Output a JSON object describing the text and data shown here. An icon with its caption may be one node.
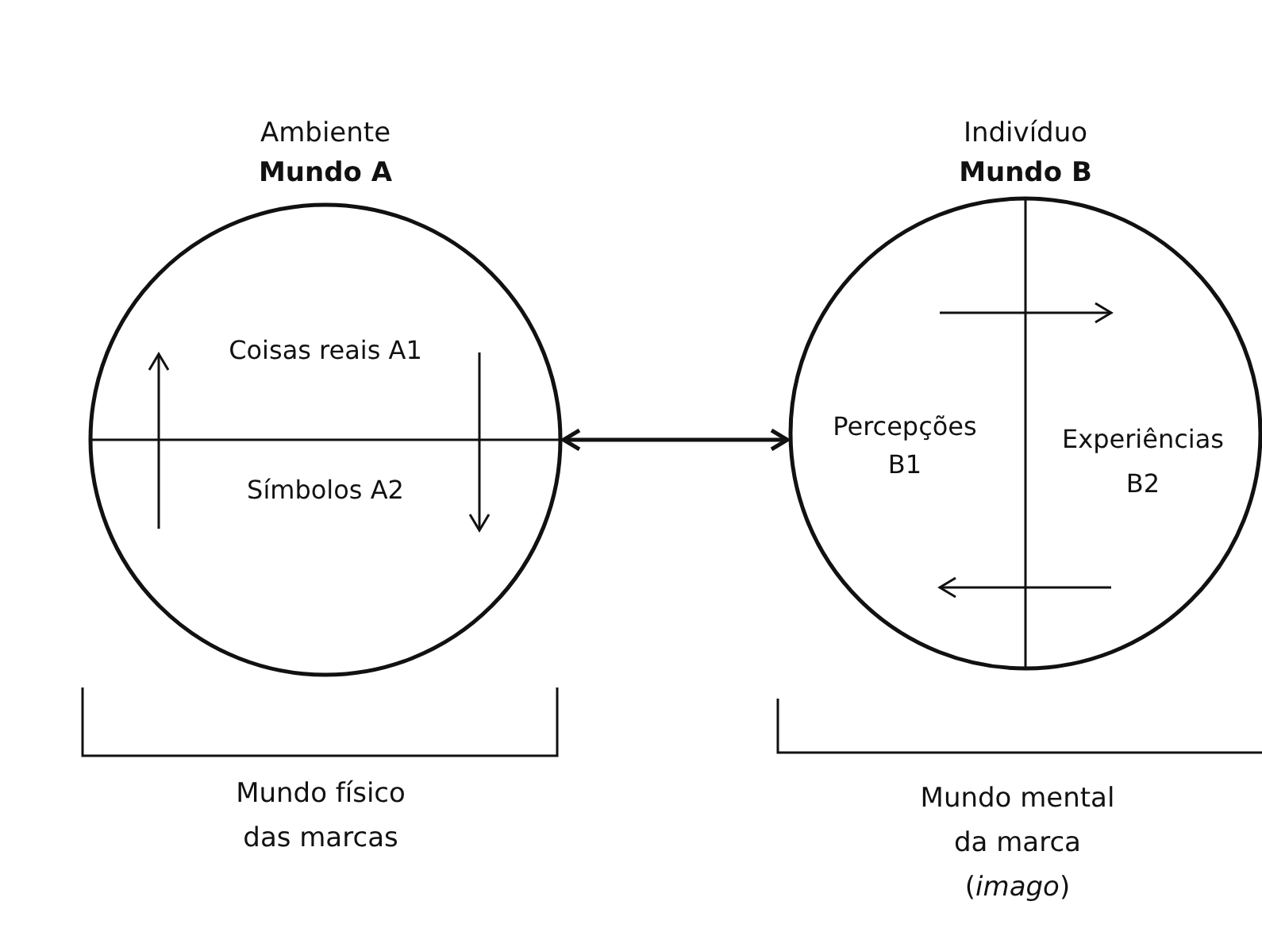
{
  "diagram": {
    "nodes": [
      {
        "text": [
          "Ambiente",
          "Mundo A"
        ]
      },
      {
        "text": [
          "Coisas reais A1"
        ],
        "in": 0
      },
      {
        "text": [
          "Símbolos A2"
        ],
        "in": 0
      },
      {
        "text": [
          "Indivíduo",
          "Mundo B"
        ]
      },
      {
        "text": [
          "Percepções B1"
        ],
        "in": 3
      },
      {
        "text": [
          "Experiências B2"
        ],
        "in": 3
      }
    ],
    "edges": [
      {
        "from": 0,
        "to": 3,
        "arrow": "both"
      },
      {
        "from": 2,
        "to": 1,
        "arrow": "to"
      },
      {
        "from": 1,
        "to": 2,
        "arrow": "to"
      },
      {
        "from": 4,
        "to": 5,
        "arrow": "to"
      },
      {
        "from": 5,
        "to": 4,
        "arrow": "to"
      }
    ],
    "labels": [
      "Mundo físico das marcas",
      "Mundo mental da marca (*imago*)"
    ]
  }
}
